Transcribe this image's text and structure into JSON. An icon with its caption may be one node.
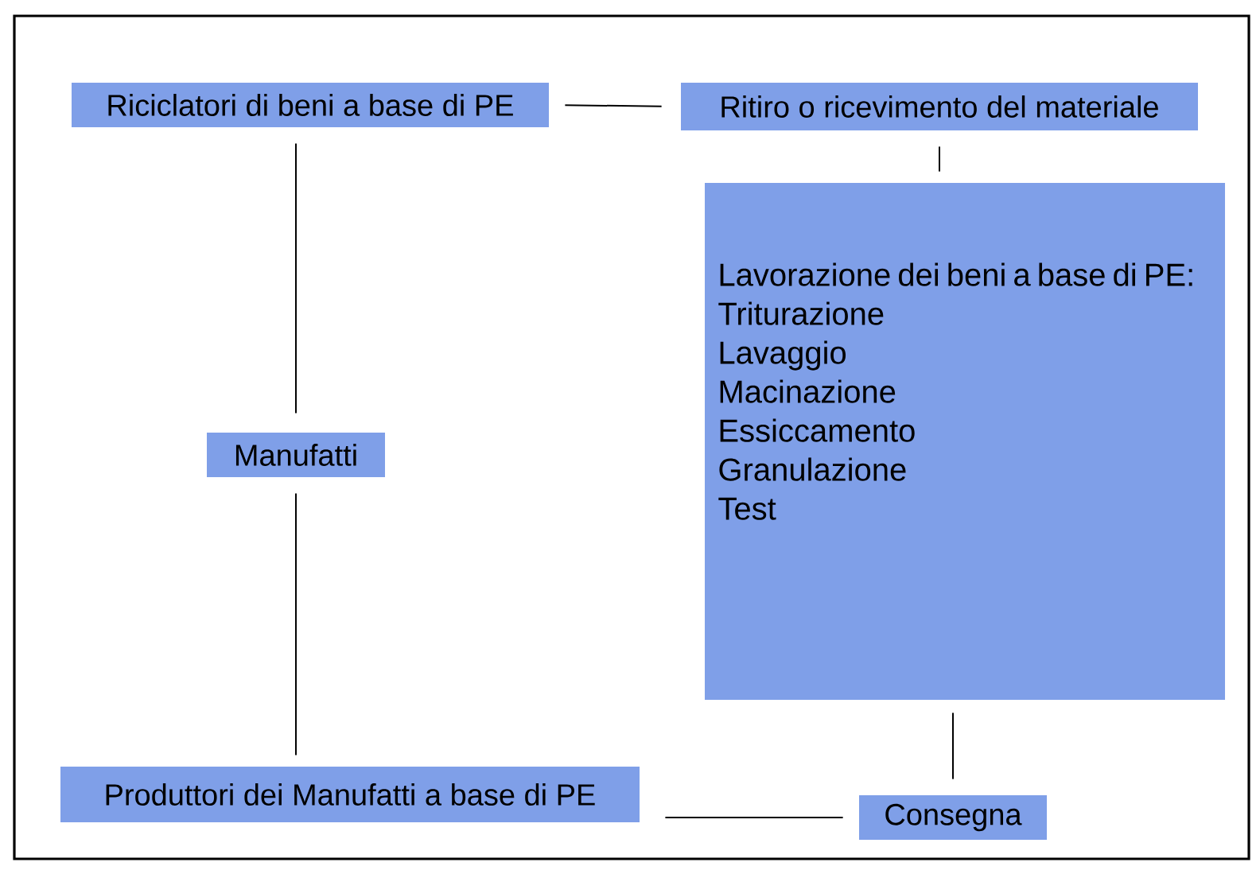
{
  "diagram": {
    "nodes": [
      {
        "text": [
          "Riciclatori di beni a base di PE"
        ]
      },
      {
        "text": [
          "Ritiro o ricevimento del materiale"
        ]
      },
      {
        "text": [
          "Lavorazione dei beni a base di PE:",
          "Triturazione",
          "Lavaggio",
          "Macinazione",
          "Essiccamento",
          "Granulazione",
          "Test"
        ]
      },
      {
        "text": [
          "Manufatti"
        ]
      },
      {
        "text": [
          "Produttori dei Manufatti a base di PE"
        ]
      },
      {
        "text": [
          "Consegna"
        ]
      }
    ],
    "edges": [
      {
        "from": 0,
        "to": 1,
        "arrow": "none"
      },
      {
        "from": 1,
        "to": 2,
        "arrow": "none"
      },
      {
        "from": 0,
        "to": 3,
        "arrow": "none"
      },
      {
        "from": 3,
        "to": 4,
        "arrow": "none"
      },
      {
        "from": 2,
        "to": 5,
        "arrow": "none"
      },
      {
        "from": 4,
        "to": 5,
        "arrow": "none"
      }
    ]
  }
}
